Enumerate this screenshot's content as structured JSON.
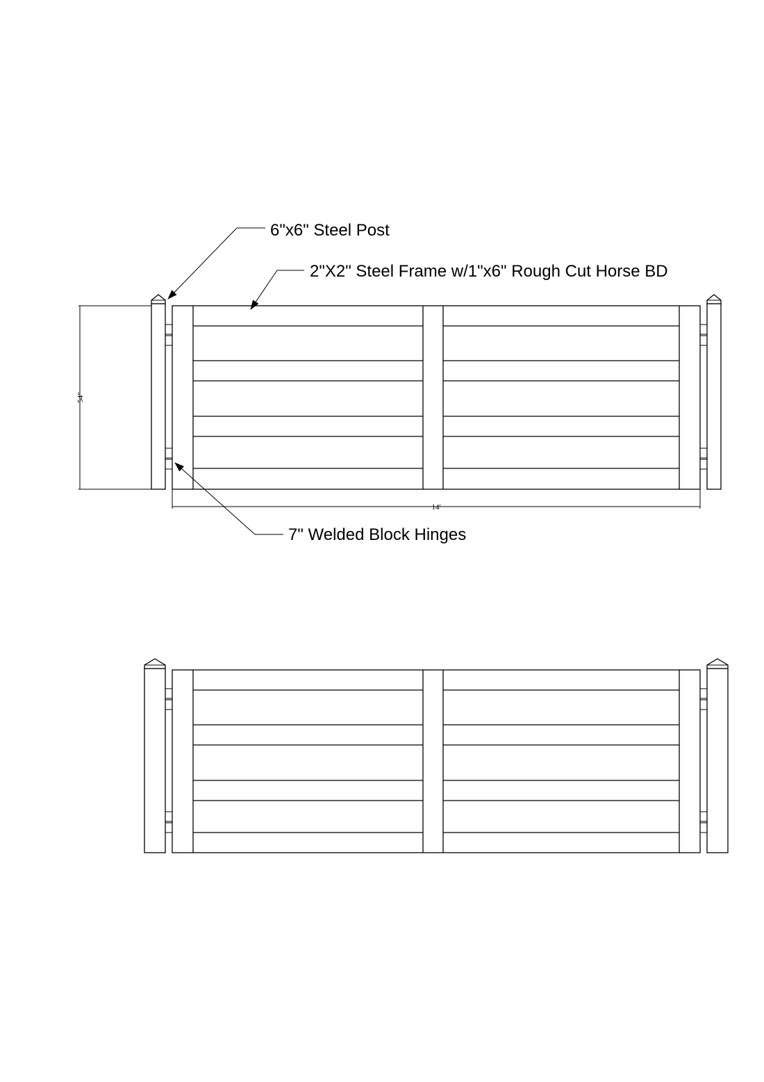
{
  "callouts": {
    "post": "6\"x6\" Steel Post",
    "frame": "2\"X2\" Steel Frame w/1\"x6\" Rough Cut Horse BD",
    "hinges": "7\" Welded Block Hinges"
  },
  "dimensions": {
    "height": "54\"",
    "width": "14'"
  },
  "colors": {
    "line": "#000000",
    "background": "#ffffff"
  }
}
